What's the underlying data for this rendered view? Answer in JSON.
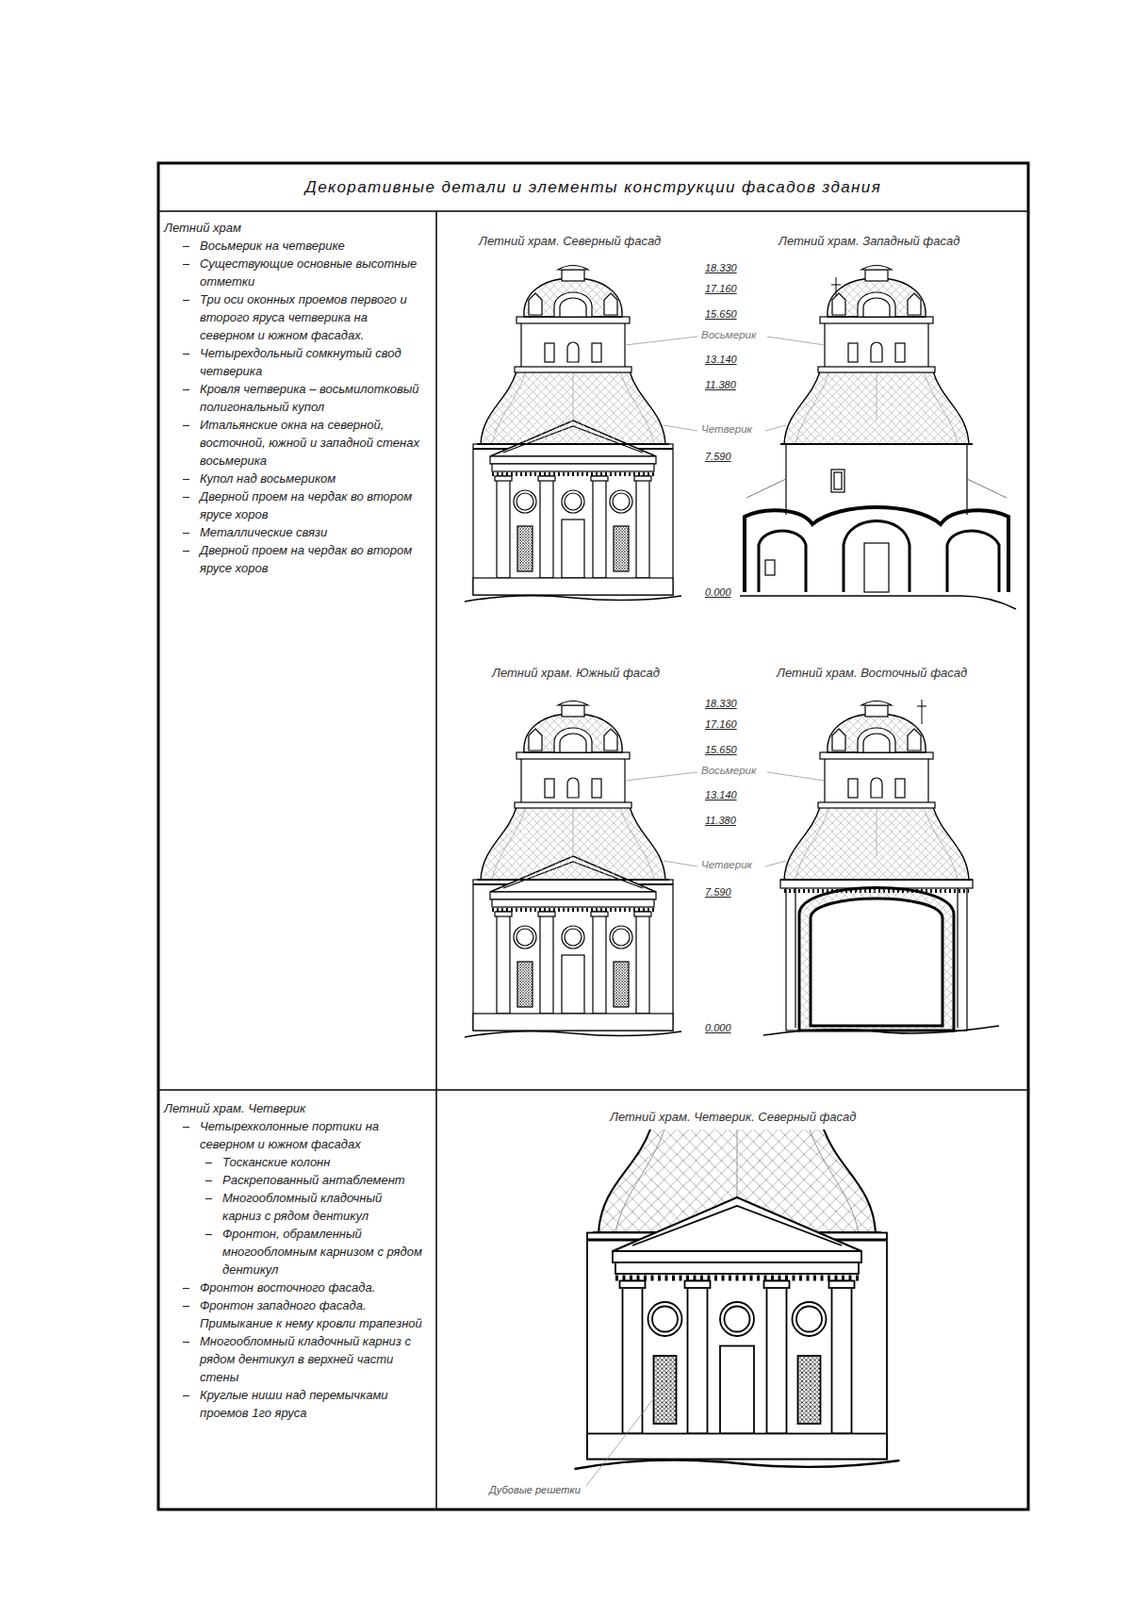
{
  "diagram": {
    "title": "Декоративные детали и элементы конструкции фасадов здания",
    "nodes": [
      {
        "text": [
          "Летний храм",
          "Восьмерик на четверике",
          "Существующие основные высотные отметки",
          "Три оси оконных проемов первого и второго яруса четверика на северном и южном фасадах.",
          "Четырехдольный сомкнутый свод четверика",
          "Кровля четверика – восьмилотковый полигональный купол",
          "Итальянские окна на северной, восточной, южной и западной стенах восьмерика",
          "Купол над восьмериком",
          "Дверной проем на чердак во втором ярусе хоров",
          "Металлические связи",
          "Дверной проем на чердак во втором ярусе хоров"
        ]
      },
      {
        "text": [
          "Летний храм. Четверик",
          "Четырехколонные портики на северном и южном фасадах",
          "Тосканские колонн",
          "Раскрепованный антаблемент",
          "Многообломный кладочный карниз с рядом дентикул",
          "Фронтон, обрамленный многообломным карнизом с рядом дентикул",
          "Фронтон восточного фасада.",
          "Фронтон западного фасада. Примыкание к нему кровли трапезной",
          "Многообломный кладочный карниз с рядом дентикул в верхней части стены",
          "Круглые ниши над перемычками проемов 1го яруса"
        ]
      }
    ],
    "labels": [
      "Летний храм. Северный фасад",
      "Летний храм. Западный фасад",
      "18.330",
      "17.160",
      "15.650",
      "Восьмерик",
      "13.140",
      "11.380",
      "Четверик",
      "7.590",
      "0.000",
      "Летний храм. Южный фасад",
      "Летний храм. Восточный фасад",
      "18.330",
      "17.160",
      "15.650",
      "Восьмерик",
      "13.140",
      "11.380",
      "Четверик",
      "7.590",
      "0.000",
      "Летний храм. Четверик. Северный фасад",
      "Дубовые решетки"
    ]
  }
}
